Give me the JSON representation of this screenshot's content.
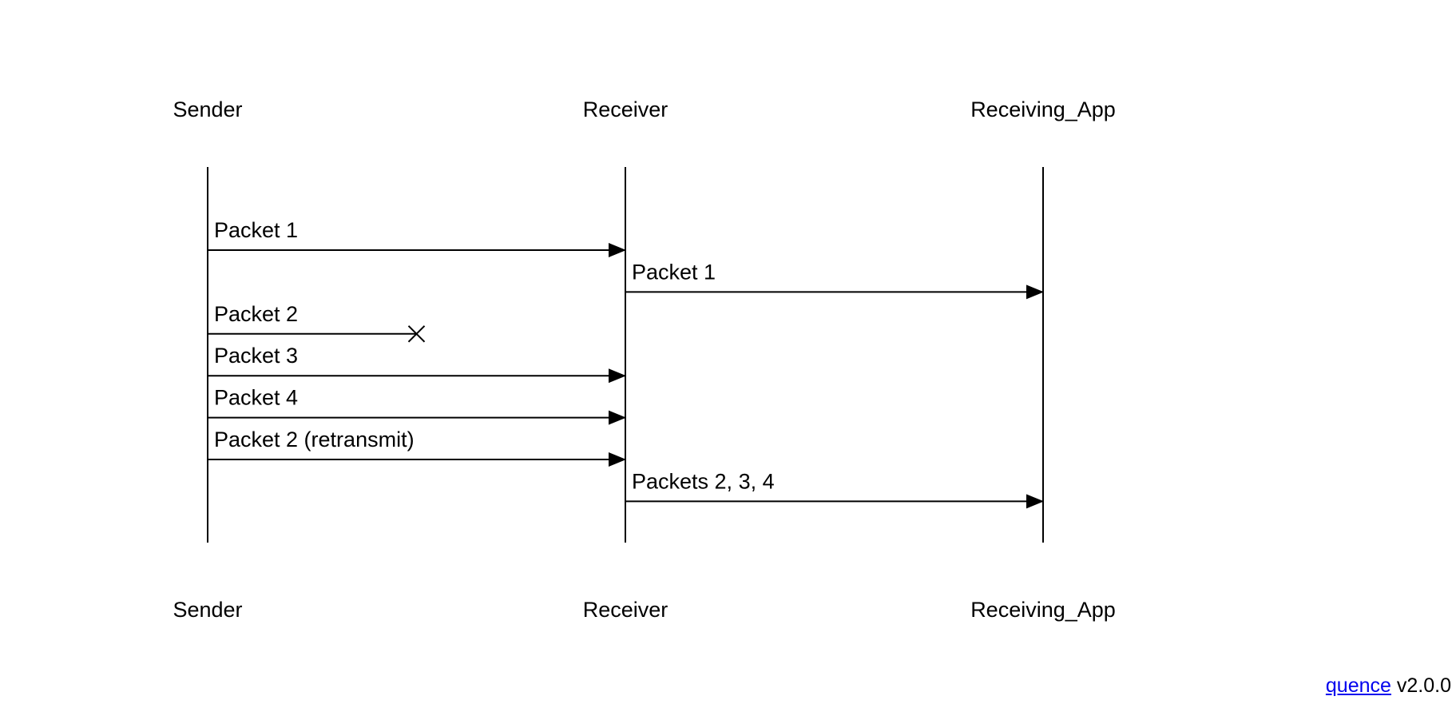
{
  "participants": [
    {
      "id": "sender",
      "name": "Sender"
    },
    {
      "id": "receiver",
      "name": "Receiver"
    },
    {
      "id": "app",
      "name": "Receiving_App"
    }
  ],
  "messages": [
    {
      "from": "sender",
      "to": "receiver",
      "label": "Packet 1",
      "lost": false
    },
    {
      "from": "receiver",
      "to": "app",
      "label": "Packet 1",
      "lost": false
    },
    {
      "from": "sender",
      "to": "receiver",
      "label": "Packet 2",
      "lost": true
    },
    {
      "from": "sender",
      "to": "receiver",
      "label": "Packet 3",
      "lost": false
    },
    {
      "from": "sender",
      "to": "receiver",
      "label": "Packet 4",
      "lost": false
    },
    {
      "from": "sender",
      "to": "receiver",
      "label": "Packet 2 (retransmit)",
      "lost": false
    },
    {
      "from": "receiver",
      "to": "app",
      "label": "Packets 2, 3, 4",
      "lost": false
    }
  ],
  "footer": {
    "link_text": "quence",
    "version": "v2.0.0"
  },
  "colors": {
    "line": "#000000",
    "text": "#000000",
    "link": "#0000ee",
    "background": "#ffffff"
  }
}
